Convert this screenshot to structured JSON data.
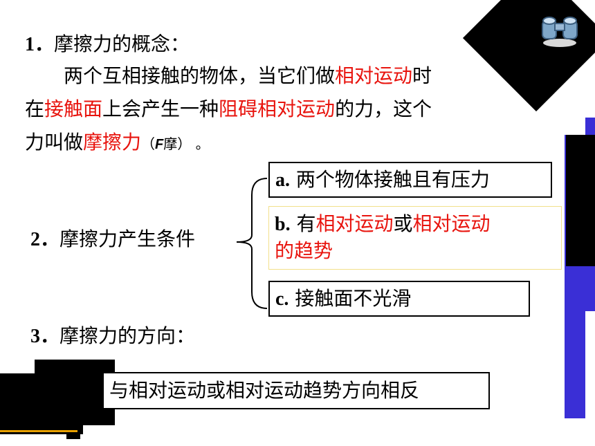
{
  "section1": {
    "heading_num": "1．",
    "heading": "摩擦力的概念：",
    "line1_a": "两个互相接触的物体，当它们做",
    "line1_b": "相对运动",
    "line1_c": "时",
    "line2_a": "在",
    "line2_b": "接触面",
    "line2_c": "上会产生一种",
    "line2_d": "阻碍相对运动",
    "line2_e": "的力，这个",
    "line3_a": "力叫做",
    "line3_b": "摩擦力",
    "line3_c": "（",
    "line3_f": "F",
    "line3_d": "摩",
    "line3_e": "）  。"
  },
  "section2": {
    "heading_num": "2．",
    "heading": "摩擦力产生条件",
    "cond_a_letter": "a.",
    "cond_a": "两个物体接触且有压力",
    "cond_b_letter": "b.",
    "cond_b_1": "有",
    "cond_b_2": "相对运动",
    "cond_b_3": "或",
    "cond_b_4": "相对运动",
    "cond_b_5": "的趋势",
    "cond_c_letter": "c.",
    "cond_c": "接触面不光滑"
  },
  "section3": {
    "heading_num": "3．",
    "heading": "摩擦力的方向：",
    "answer": "与相对运动或相对运动趋势方向相反"
  },
  "colors": {
    "accent_red": "#e8140e",
    "purple": "#3a2fd6"
  },
  "icons": {
    "decor": "binoculars-icon"
  }
}
